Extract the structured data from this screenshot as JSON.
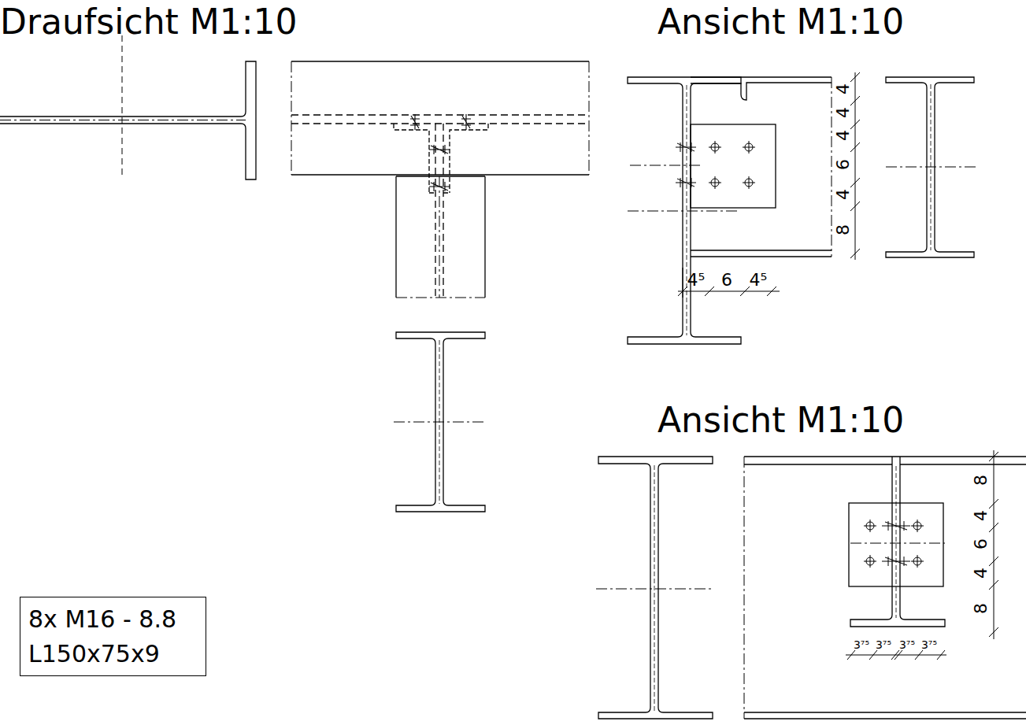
{
  "diagram": {
    "nodes": [
      {
        "text": [
          "8x M16 - 8.8",
          "L150x75x9"
        ]
      }
    ],
    "labels": [
      "Draufsicht M1:10",
      "Ansicht M1:10",
      "4",
      "4",
      "4",
      "6",
      "4",
      "8",
      "4⁵",
      "6",
      "4⁵",
      "Ansicht M1:10",
      "8",
      "4",
      "6",
      "4",
      "8",
      "3⁷⁵",
      "3⁷⁵",
      "3⁷⁵",
      "3⁷⁵"
    ]
  }
}
